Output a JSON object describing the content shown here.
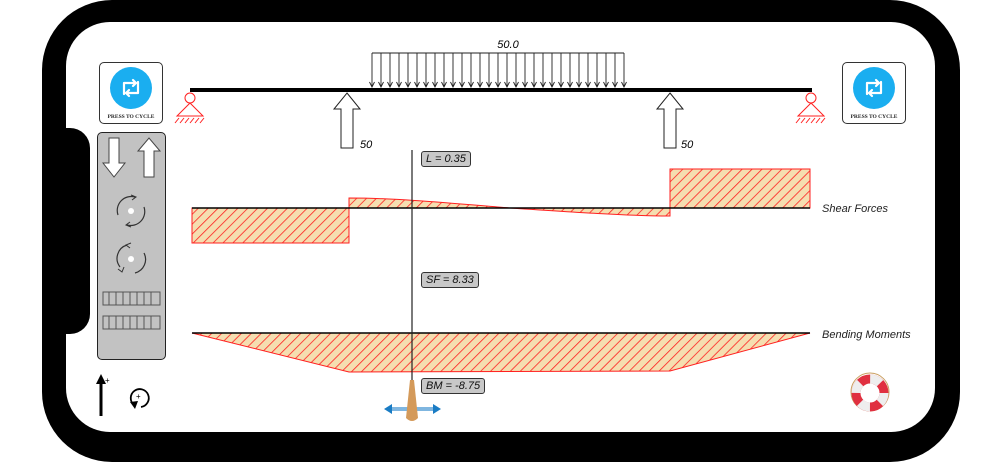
{
  "beam": {
    "load_label": "50.0",
    "reaction_left": "50",
    "reaction_right": "50"
  },
  "cycle_buttons": {
    "left_label": "PRESS TO CYCLE",
    "right_label": "PRESS TO CYCLE"
  },
  "diagrams": {
    "shear_label": "Shear Forces",
    "moment_label": "Bending Moments"
  },
  "cursor": {
    "length": "L = 0.35",
    "shear": "SF = 8.33",
    "moment": "BM = -8.75"
  },
  "colors": {
    "accent": "#1aaef0",
    "diagram_stroke": "#ff2020",
    "hatch_fill": "#f5deb0"
  }
}
